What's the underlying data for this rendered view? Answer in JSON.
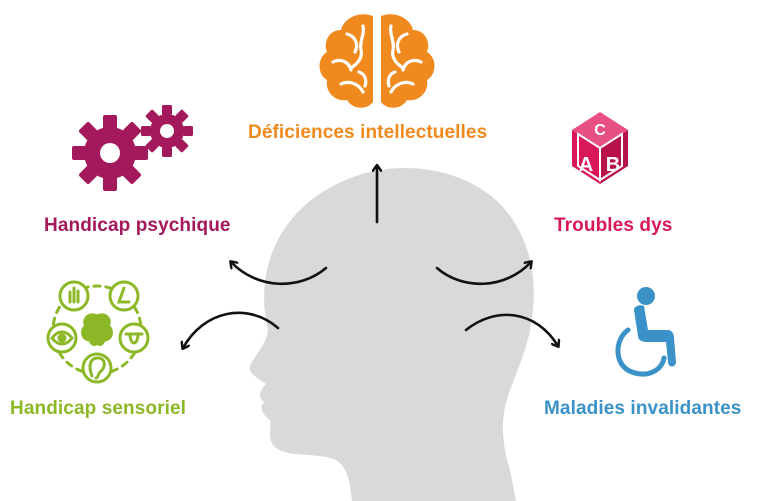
{
  "colors": {
    "orange": "#F08A1E",
    "purple": "#A3195B",
    "pink": "#D8185A",
    "green": "#8CB827",
    "blue": "#3B92C9",
    "head": "#D9D9D9",
    "arrow": "#111111"
  },
  "center": {
    "icon": "head-silhouette-icon"
  },
  "categories": [
    {
      "id": "intellectual",
      "label": "Déficiences intellectuelles",
      "icon": "brain-icon",
      "color": "#F08A1E"
    },
    {
      "id": "psychic",
      "label": "Handicap psychique",
      "icon": "gears-icon",
      "color": "#A3195B"
    },
    {
      "id": "dys",
      "label": "Troubles dys",
      "icon": "abc-block-icon",
      "color": "#D8185A"
    },
    {
      "id": "sensory",
      "label": "Handicap sensoriel",
      "icon": "senses-icon",
      "color": "#8CB827"
    },
    {
      "id": "disabling",
      "label": "Maladies invalidantes",
      "icon": "wheelchair-icon",
      "color": "#3B92C9"
    }
  ]
}
